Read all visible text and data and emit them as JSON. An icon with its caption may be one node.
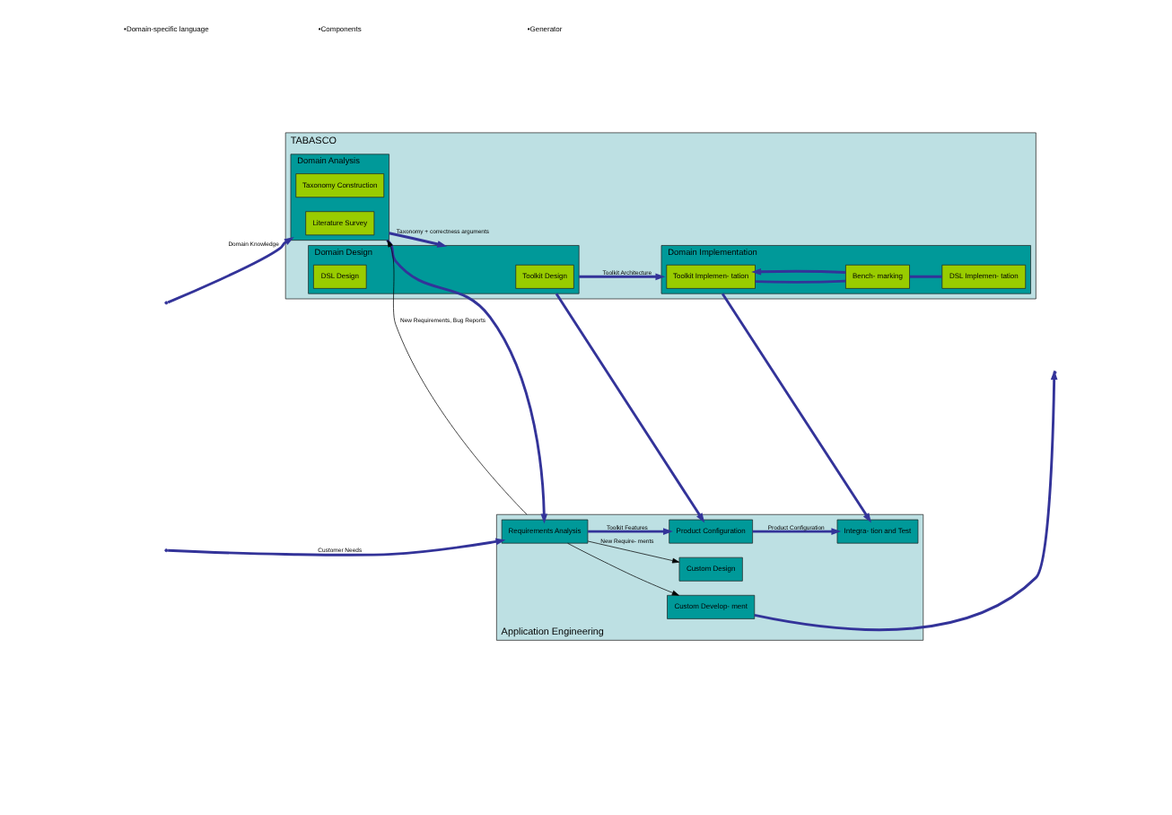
{
  "diagram": {
    "nodes": [
      {
        "text": [
          "TABASCO"
        ]
      },
      {
        "text": [
          "Domain Analysis"
        ],
        "in": 0
      },
      {
        "text": [
          "Literature Survey"
        ],
        "in": 1
      },
      {
        "text": [
          "Taxonomy Construction"
        ],
        "in": 1
      },
      {
        "text": [
          "Domain Design"
        ],
        "in": 0
      },
      {
        "text": [
          "Toolkit Design"
        ],
        "in": 4
      },
      {
        "text": [
          "DSL Design"
        ],
        "in": 4
      },
      {
        "text": [
          "Domain Implementation"
        ],
        "in": 0
      },
      {
        "text": [
          "Toolkit Implemen- tation"
        ],
        "in": 7
      },
      {
        "text": [
          "Bench- marking"
        ],
        "in": 7
      },
      {
        "text": [
          "DSL Implemen- tation"
        ],
        "in": 7
      },
      {
        "text": [
          "Application Engineering"
        ]
      },
      {
        "text": [
          "Requirements Analysis"
        ],
        "in": 11
      },
      {
        "text": [
          "Product Configuration"
        ],
        "in": 11
      },
      {
        "text": [
          "Custom Design"
        ],
        "in": 11
      },
      {
        "text": [
          "Integra- tion and Test"
        ],
        "in": 11
      },
      {
        "text": [
          "Custom Develop- ment"
        ],
        "in": 11
      }
    ],
    "edges": [
      {
        "from": null,
        "to": 1,
        "arrow": "to",
        "label": "Domain Knowledge"
      },
      {
        "from": 1,
        "to": 4,
        "arrow": "to",
        "label": "Taxonomy + correctness arguments"
      },
      {
        "from": 1,
        "to": 12,
        "arrow": "to"
      },
      {
        "from": 4,
        "to": 7,
        "arrow": "to",
        "label": "Toolkit Architecture"
      },
      {
        "from": 4,
        "to": 13,
        "arrow": "to"
      },
      {
        "from": 8,
        "to": 9,
        "arrow": "none"
      },
      {
        "from": 9,
        "to": 10,
        "arrow": "none"
      },
      {
        "from": 9,
        "to": 8,
        "arrow": "to"
      },
      {
        "from": 7,
        "to": 15,
        "arrow": "to"
      },
      {
        "from": 11,
        "to": 1,
        "arrow": "to",
        "label": "New Requirements, Bug Reports",
        "color": "#000000"
      },
      {
        "from": null,
        "to": 12,
        "arrow": "to",
        "label": "Customer Needs"
      },
      {
        "from": 12,
        "to": 13,
        "arrow": "to",
        "label": "Toolkit Features"
      },
      {
        "from": 12,
        "to": 14,
        "arrow": "to",
        "label": "New Require- ments",
        "color": "#000000"
      },
      {
        "from": 12,
        "to": 16,
        "arrow": "to",
        "color": "#000000"
      },
      {
        "from": 13,
        "to": 15,
        "arrow": "to",
        "label": "Product Configuration"
      },
      {
        "from": 16,
        "to": null,
        "arrow": "to"
      }
    ],
    "labels": [
      "•Domain-specific language",
      "•Components",
      "•Generator"
    ]
  }
}
